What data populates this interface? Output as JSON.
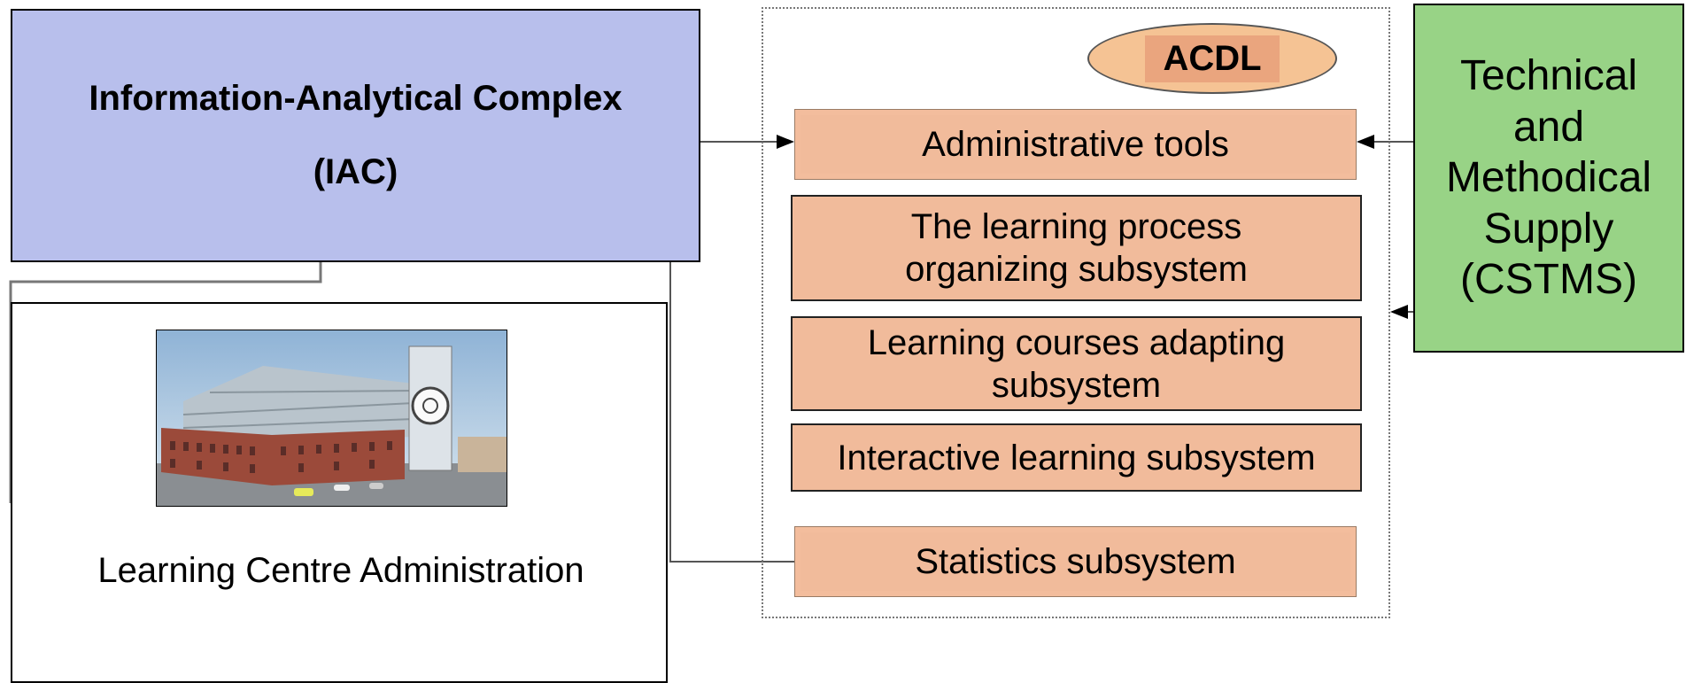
{
  "iac": {
    "title": "Information-Analytical Complex",
    "abbr": "(IAC)"
  },
  "lca": {
    "label": "Learning Centre Administration"
  },
  "acdl": {
    "label": "ACDL",
    "modules": {
      "admin": "Administrative tools",
      "learning_process_1": "The learning process",
      "learning_process_2": "organizing subsystem",
      "courses_1": "Learning courses adapting",
      "courses_2": "subsystem",
      "interactive": "Interactive learning subsystem",
      "statistics": "Statistics subsystem"
    }
  },
  "cstms": {
    "line1": "Technical",
    "line2": "and",
    "line3": "Methodical",
    "line4": "Supply",
    "line5": "(CSTMS)"
  }
}
